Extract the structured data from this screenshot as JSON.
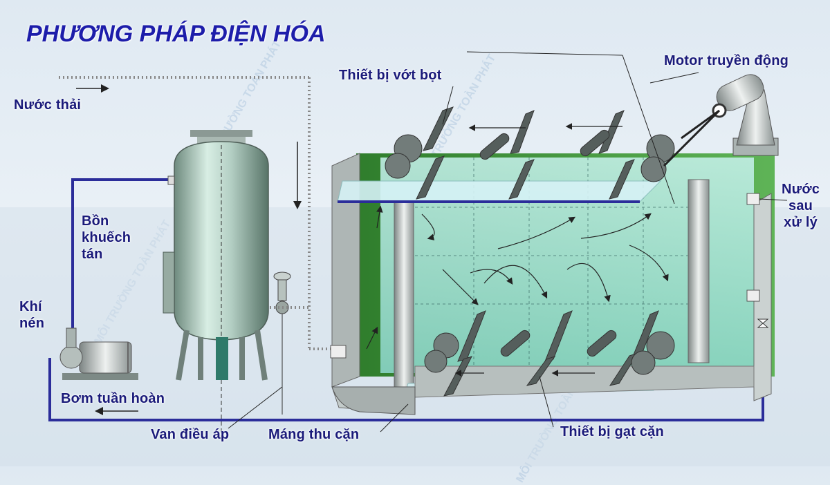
{
  "title": "PHƯƠNG PHÁP ĐIỆN HÓA",
  "labels": {
    "nuoc_thai": "Nước thải",
    "thiet_bi_vot_bot": "Thiết bị vớt bọt",
    "motor": "Motor truyền động",
    "bon_khuech_tan": [
      "Bồn",
      "khuếch",
      "tán"
    ],
    "khi_nen": [
      "Khí",
      "nén"
    ],
    "nuoc_sau_xu_ly": [
      "Nước",
      "sau",
      "xử lý"
    ],
    "bom_tuan_hoan": "Bơm tuần hoàn",
    "van_dieu_ap": "Van điều áp",
    "mang_thu_can": "Máng thu cặn",
    "thiet_bi_gat_can": "Thiết bị gạt cặn"
  },
  "watermark": "MÔI TRƯỜNG TOÀN PHÁT",
  "colors": {
    "label": "#1a1a7a",
    "title": "#1d1daa",
    "pipe": "#2b2d9a",
    "tank_green": "#3f9a3a",
    "water": "#b8eee8",
    "steel": "#9fa6a5"
  }
}
